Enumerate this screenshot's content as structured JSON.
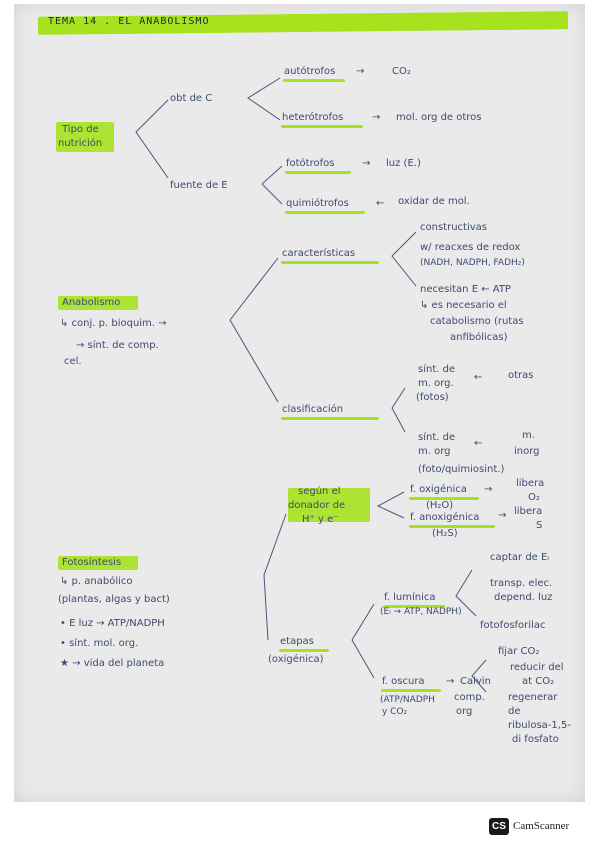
{
  "header": {
    "title": "TEMA 14 . EL ANABOLISMO"
  },
  "tipo_nutricion": {
    "label_line1": "Tipo de",
    "label_line2": "nutrición",
    "obt_c": {
      "label": "obt de C",
      "autotrofos": "autótrofos",
      "autotrofos_arrow": "→",
      "autotrofos_val": "CO₂",
      "heterotrofos": "heterótrofos",
      "heterotrofos_arrow": "→",
      "heterotrofos_val": "mol. org de otros"
    },
    "fuente_e": {
      "label": "fuente de E",
      "fototrofos": "fotótrofos",
      "fototrofos_arrow": "→",
      "fototrofos_val": "luz (E.)",
      "quimiotrofos": "quimiótrofos",
      "quimiotrofos_arrow": "←",
      "quimiotrofos_val": "oxidar de mol."
    }
  },
  "anabolismo": {
    "title": "Anabolismo",
    "desc_line1": "↳ conj. p. bioquim. →",
    "desc_line2": "→ sínt. de comp.",
    "desc_line3": "cel.",
    "caracteristicas": {
      "label": "características",
      "constructivas": "constructivas",
      "reacc_line1": "w/ reacxes de redox",
      "reacc_line2": "(NADH, NADPH, FADH₂)",
      "necesitan": "necesitan E ← ATP",
      "necesario_line1": "↳ es necesario el",
      "necesario_line2": "catabolismo (rutas",
      "necesario_line3": "anfibólicas)"
    },
    "clasificacion": {
      "label": "clasificación",
      "sint1_line1": "sínt. de",
      "sint1_line2": "m. org.",
      "sint1_line3": "(fotos)",
      "sint1_arrow": "←",
      "sint1_val": "otras",
      "sint2_line1": "sínt. de",
      "sint2_line2": "m. org",
      "sint2_arrow": "←",
      "sint2_val_line1": "m.",
      "sint2_val_line2": "inorg",
      "sint2_note": "(foto/quimiosint.)"
    }
  },
  "fotosintesis": {
    "title": "Fotosíntesis",
    "line1": "↳ p. anabólico",
    "line2": "(plantas, algas y bact)",
    "bullet1": "• E luz → ATP/NADPH",
    "bullet2": "• sínt. mol. org.",
    "bullet3": "★ → vida del planeta",
    "segun": {
      "label_line1": "según el",
      "label_line2": "donador de",
      "label_line3": "H⁺ y e⁻",
      "oxigenica": "f. oxigénica",
      "oxigenica_sub": "(H₂O)",
      "oxigenica_arrow": "→",
      "oxigenica_val_line1": "libera",
      "oxigenica_val_line2": "O₂",
      "anoxigenica": "f. anoxigénica",
      "anoxigenica_sub": "(H₂S)",
      "anoxigenica_arrow": "→",
      "anoxigenica_val_line1": "libera",
      "anoxigenica_val_line2": "S"
    },
    "etapas": {
      "label_line1": "etapas",
      "label_line2": "(oxigénica)",
      "luminica": "f. lumínica",
      "luminica_sub": "(Eₗ → ATP, NADPH)",
      "captar": "captar de Eₗ",
      "transp_line1": "transp. elec.",
      "transp_line2": "depend. luz",
      "fotofosforilacion": "fotofosforilac",
      "oscura": "f. oscura",
      "oscura_sub_line1": "(ATP/NADPH",
      "oscura_sub_line2": "y CO₂",
      "calvin": "Calvin",
      "comp_line1": "comp.",
      "comp_line2": "org",
      "fijar": "fijar CO₂",
      "reducir_line1": "reducir del",
      "reducir_line2": "at CO₂",
      "regenerar_line1": "regenerar",
      "regenerar_line2": "de",
      "regenerar_line3": "ribulosa-1,5-",
      "regenerar_line4": "di fosfato"
    }
  },
  "footer": {
    "cs_badge": "CS",
    "brand": "CamScanner"
  }
}
